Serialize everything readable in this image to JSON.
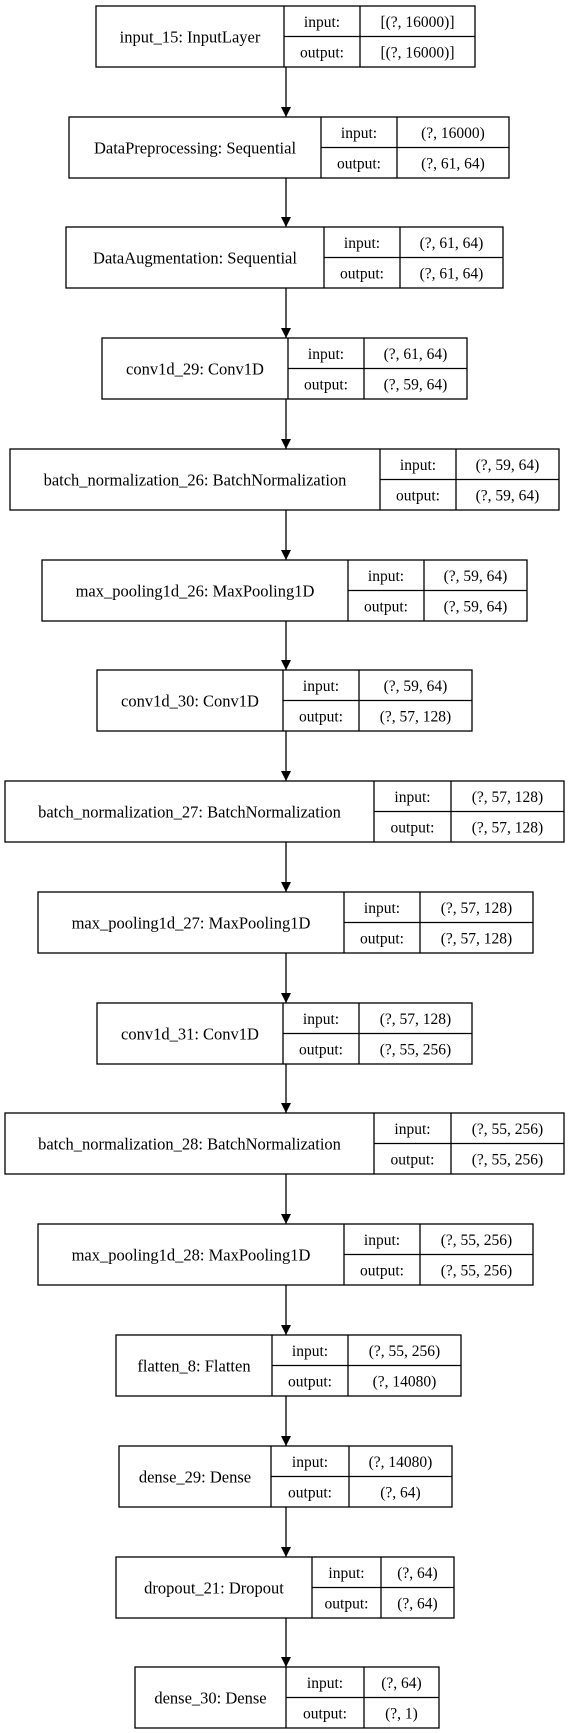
{
  "diagram": {
    "io_labels": {
      "input": "input:",
      "output": "output:"
    },
    "layers": [
      {
        "name": "input_15: InputLayer",
        "input": "[(?, 16000)]",
        "output": "[(?, 16000)]"
      },
      {
        "name": "DataPreprocessing: Sequential",
        "input": "(?, 16000)",
        "output": "(?, 61, 64)"
      },
      {
        "name": "DataAugmentation: Sequential",
        "input": "(?, 61, 64)",
        "output": "(?, 61, 64)"
      },
      {
        "name": "conv1d_29: Conv1D",
        "input": "(?, 61, 64)",
        "output": "(?, 59, 64)"
      },
      {
        "name": "batch_normalization_26: BatchNormalization",
        "input": "(?, 59, 64)",
        "output": "(?, 59, 64)"
      },
      {
        "name": "max_pooling1d_26: MaxPooling1D",
        "input": "(?, 59, 64)",
        "output": "(?, 59, 64)"
      },
      {
        "name": "conv1d_30: Conv1D",
        "input": "(?, 59, 64)",
        "output": "(?, 57, 128)"
      },
      {
        "name": "batch_normalization_27: BatchNormalization",
        "input": "(?, 57, 128)",
        "output": "(?, 57, 128)"
      },
      {
        "name": "max_pooling1d_27: MaxPooling1D",
        "input": "(?, 57, 128)",
        "output": "(?, 57, 128)"
      },
      {
        "name": "conv1d_31: Conv1D",
        "input": "(?, 57, 128)",
        "output": "(?, 55, 256)"
      },
      {
        "name": "batch_normalization_28: BatchNormalization",
        "input": "(?, 55, 256)",
        "output": "(?, 55, 256)"
      },
      {
        "name": "max_pooling1d_28: MaxPooling1D",
        "input": "(?, 55, 256)",
        "output": "(?, 55, 256)"
      },
      {
        "name": "flatten_8: Flatten",
        "input": "(?, 55, 256)",
        "output": "(?, 14080)"
      },
      {
        "name": "dense_29: Dense",
        "input": "(?, 14080)",
        "output": "(?, 64)"
      },
      {
        "name": "dropout_21: Dropout",
        "input": "(?, 64)",
        "output": "(?, 64)"
      },
      {
        "name": "dense_30: Dense",
        "input": "(?, 64)",
        "output": "(?, 1)"
      }
    ]
  }
}
